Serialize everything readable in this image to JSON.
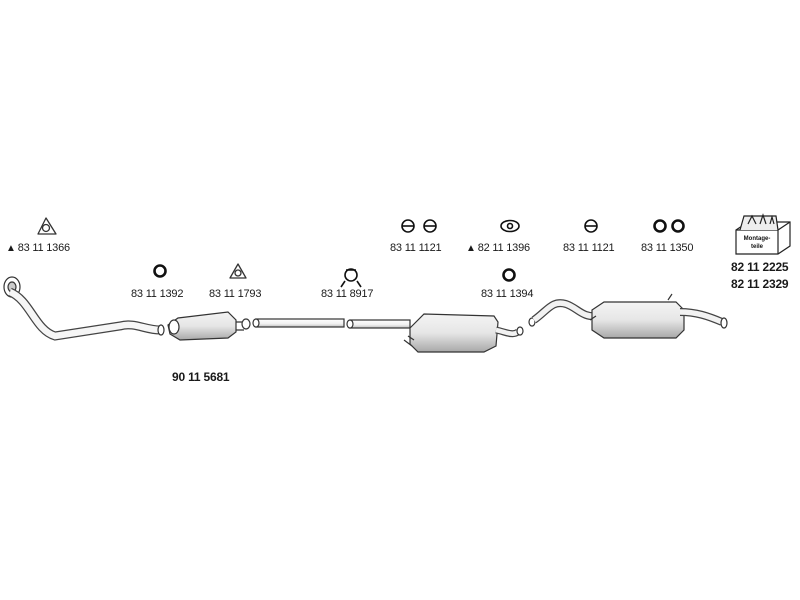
{
  "labels": {
    "p_8311_1366": "83 11 1366",
    "p_8311_1392": "83 11 1392",
    "p_8311_1793": "83 11 1793",
    "p_8311_8917": "83 11 8917",
    "p_8311_1121_a": "83 11 1121",
    "p_8211_1396": "82 11 1396",
    "p_8311_1121_b": "83 11 1121",
    "p_8311_1350": "83 11 1350",
    "p_8311_1394": "83 11 1394",
    "p_8211_2225": "82 11 2225",
    "p_8211_2329": "82 11 2329",
    "p_9011_5681": "90 11 5681"
  },
  "markers": {
    "triangle": "▲"
  },
  "kit": {
    "line1": "Montage-",
    "line2": "teile"
  },
  "colors": {
    "stroke": "#333333",
    "part_fill": "#ffffff",
    "shade": "#d8d8d8"
  }
}
